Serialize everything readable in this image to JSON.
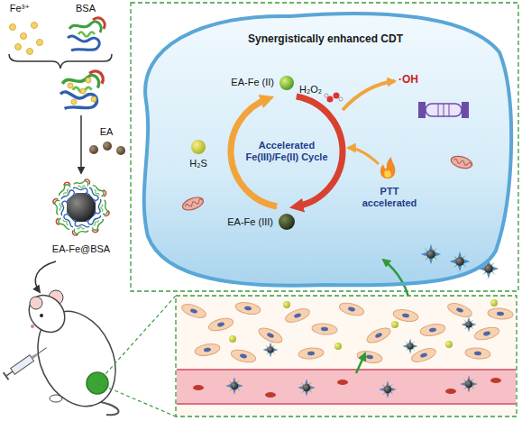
{
  "diagram": {
    "nodes": [
      {
        "text": [
          "Synergistically enhanced CDT"
        ]
      },
      {
        "text": [
          "Accelerated Fe(III)/Fe(II) Cycle"
        ],
        "in": 0
      }
    ],
    "labels": [
      "Fe³⁺",
      "BSA",
      "EA",
      "EA-Fe@BSA",
      "EA-Fe (II)",
      "H₂O₂",
      "·OH",
      "H₂S",
      "EA-Fe (III)",
      "PTT accelerated"
    ]
  }
}
